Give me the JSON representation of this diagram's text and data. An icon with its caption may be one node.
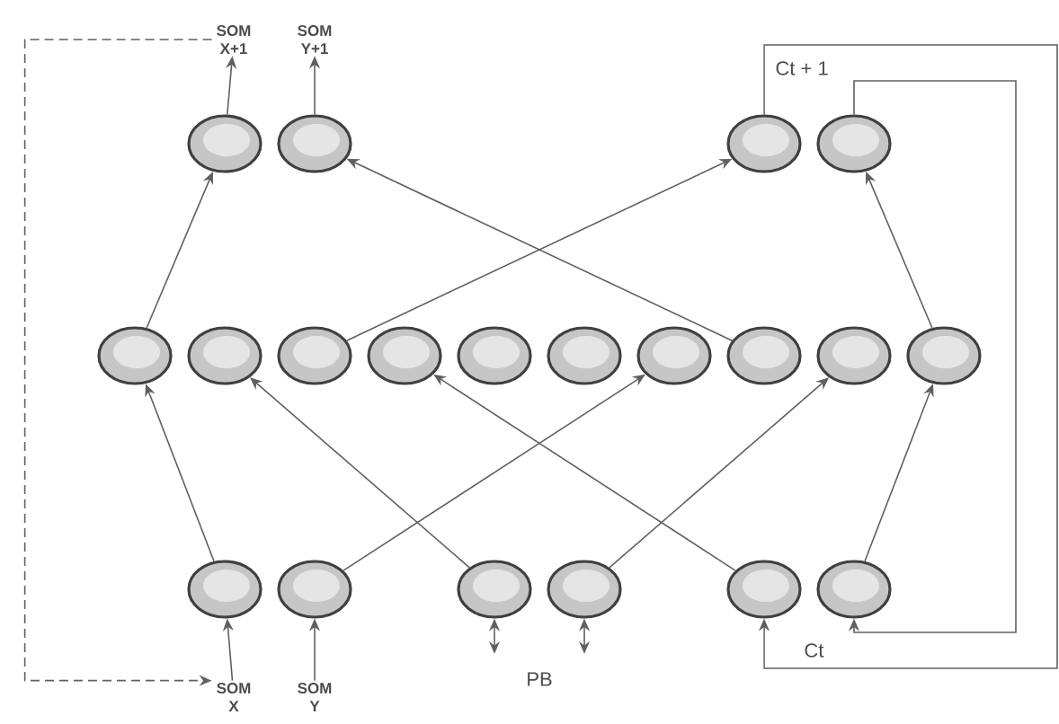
{
  "diagram": {
    "nodes": [
      {
        "text": [
          "SOM X+1"
        ]
      },
      {
        "text": [
          "SOM Y+1"
        ]
      },
      {
        "text": [],
        "shape": "circle"
      },
      {
        "text": [],
        "shape": "circle"
      },
      {
        "text": [],
        "shape": "circle"
      },
      {
        "text": [],
        "shape": "circle"
      },
      {
        "text": [],
        "shape": "circle"
      },
      {
        "text": [],
        "shape": "circle"
      },
      {
        "text": [],
        "shape": "circle"
      },
      {
        "text": [],
        "shape": "circle"
      },
      {
        "text": [],
        "shape": "circle"
      },
      {
        "text": [],
        "shape": "circle"
      },
      {
        "text": [],
        "shape": "circle"
      },
      {
        "text": [],
        "shape": "circle"
      },
      {
        "text": [],
        "shape": "circle"
      },
      {
        "text": [],
        "shape": "circle"
      },
      {
        "text": [],
        "shape": "circle"
      },
      {
        "text": [],
        "shape": "circle"
      },
      {
        "text": [],
        "shape": "circle"
      },
      {
        "text": [],
        "shape": "circle"
      },
      {
        "text": [],
        "shape": "circle"
      },
      {
        "text": [],
        "shape": "circle"
      },
      {
        "text": [
          "SOM X"
        ]
      },
      {
        "text": [
          "SOM Y"
        ]
      }
    ],
    "edges": [
      {
        "from": 2,
        "to": 0,
        "arrow": "to"
      },
      {
        "from": 3,
        "to": 1,
        "arrow": "to"
      },
      {
        "from": 6,
        "to": 2,
        "arrow": "to"
      },
      {
        "from": 8,
        "to": 4,
        "arrow": "to"
      },
      {
        "from": 13,
        "to": 3,
        "arrow": "to"
      },
      {
        "from": 15,
        "to": 5,
        "arrow": "to"
      },
      {
        "from": 16,
        "to": 6,
        "arrow": "to"
      },
      {
        "from": 17,
        "to": 12,
        "arrow": "to"
      },
      {
        "from": 18,
        "to": 7,
        "arrow": "to"
      },
      {
        "from": 19,
        "to": 14,
        "arrow": "to"
      },
      {
        "from": 20,
        "to": 9,
        "arrow": "to"
      },
      {
        "from": 21,
        "to": 15,
        "arrow": "to"
      },
      {
        "from": 22,
        "to": 16,
        "arrow": "to"
      },
      {
        "from": 23,
        "to": 17,
        "arrow": "to"
      },
      {
        "from": null,
        "to": 18,
        "arrow": "both"
      },
      {
        "from": null,
        "to": 19,
        "arrow": "both"
      },
      {
        "from": 4,
        "to": 20,
        "arrow": "to"
      },
      {
        "from": 5,
        "to": 21,
        "arrow": "to"
      },
      {
        "from": 0,
        "to": 22,
        "arrow": "to",
        "style": "dashed"
      }
    ],
    "labels": [
      "Ct + 1",
      "PB",
      "Ct"
    ]
  }
}
